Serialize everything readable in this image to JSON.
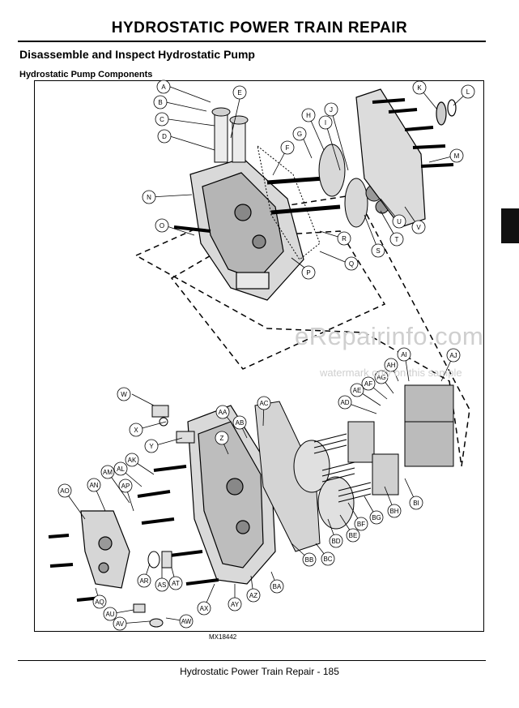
{
  "header": {
    "title": "HYDROSTATIC POWER TRAIN   REPAIR",
    "section": "Disassemble and Inspect Hydrostatic Pump",
    "subsection": "Hydrostatic Pump Components"
  },
  "figure": {
    "code": "MX18442",
    "callouts": [
      "A",
      "B",
      "C",
      "D",
      "E",
      "F",
      "G",
      "H",
      "I",
      "J",
      "K",
      "L",
      "M",
      "N",
      "O",
      "P",
      "Q",
      "R",
      "S",
      "T",
      "U",
      "V",
      "W",
      "X",
      "Y",
      "Z",
      "AA",
      "AB",
      "AC",
      "AD",
      "AE",
      "AF",
      "AG",
      "AH",
      "AI",
      "AJ",
      "AK",
      "AL",
      "AM",
      "AN",
      "AO",
      "AP",
      "AQ",
      "AR",
      "AS",
      "AT",
      "AU",
      "AV",
      "AW",
      "AX",
      "AY",
      "AZ",
      "BA",
      "BB",
      "BC",
      "BD",
      "BE",
      "BF",
      "BG",
      "BH",
      "BI"
    ]
  },
  "watermark": {
    "logo": "eRepairinfo.com",
    "note": "watermark only on this sample"
  },
  "footer": {
    "text": "Hydrostatic Power Train   Repair  - 185"
  }
}
